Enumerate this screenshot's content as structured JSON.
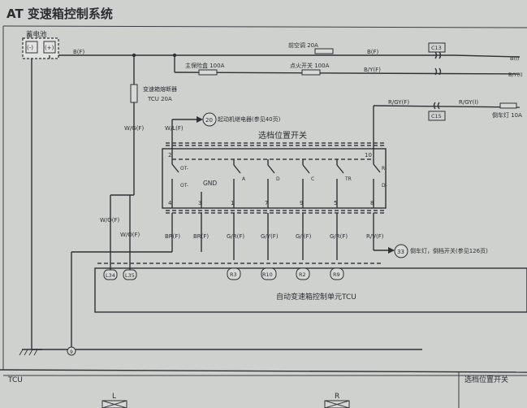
{
  "title": "AT 变速箱控制系统",
  "battery": {
    "label": "蓄电池",
    "minus": "(-)",
    "plus": "(+)"
  },
  "fuses": {
    "top_right": "前空调 20A",
    "main": "主保险盒 100A",
    "ignition": "点火开关 100A",
    "tcu": [
      "变速箱熔断器",
      "TCU 20A"
    ],
    "reverse": "倒车灯 10A"
  },
  "wires": {
    "b_f_left": "B(F)",
    "b_f_right": "B(F)",
    "b_f_far": "B(I)",
    "b_y_f": "B/Y(F)",
    "b_y_i": "B/Y(I)",
    "w_g_f": "W/G(F)",
    "w_l_f": "W/L(F)",
    "w_o_f_upper": "W/O(F)",
    "w_o_f_lower": "W/O(F)",
    "r_gy_f": "R/GY(F)",
    "r_gy_i": "R/GY(I)",
    "bottom": [
      "BR(F)",
      "BR(F)",
      "G/R(F)",
      "G/Y(F)",
      "G/I(F)",
      "G/R(F)",
      "R/V(F)"
    ]
  },
  "connectors": {
    "c13": "C13",
    "c15": "C15",
    "l34": "L34",
    "l35": "L35",
    "r3": "R3",
    "r10": "R10",
    "r2": "R2",
    "r9": "R9"
  },
  "refs": {
    "ref20_num": "20",
    "ref20_text": "起动机继电器(参见40页)",
    "ref33_num": "33",
    "ref33_text": "倒车灯，倒档开关(参见126页)"
  },
  "switch": {
    "title": "选档位置开关",
    "pin_top_left": "2",
    "pin_top_right": "10",
    "contact_labels": [
      "OT-",
      "OT-",
      "A",
      "D",
      "C",
      "TR",
      "R-",
      "D-"
    ],
    "gnd_label": "GND",
    "pins_bottom": [
      "4",
      "3",
      "1",
      "7",
      "9",
      "5",
      "8"
    ]
  },
  "tcu": {
    "label": "自动变速箱控制单元TCU"
  },
  "ground": {
    "pin": "9"
  },
  "bottom_strip": {
    "left_label": "TCU",
    "right_label": "选档位置开关",
    "box_l": "L",
    "box_r": "R"
  }
}
